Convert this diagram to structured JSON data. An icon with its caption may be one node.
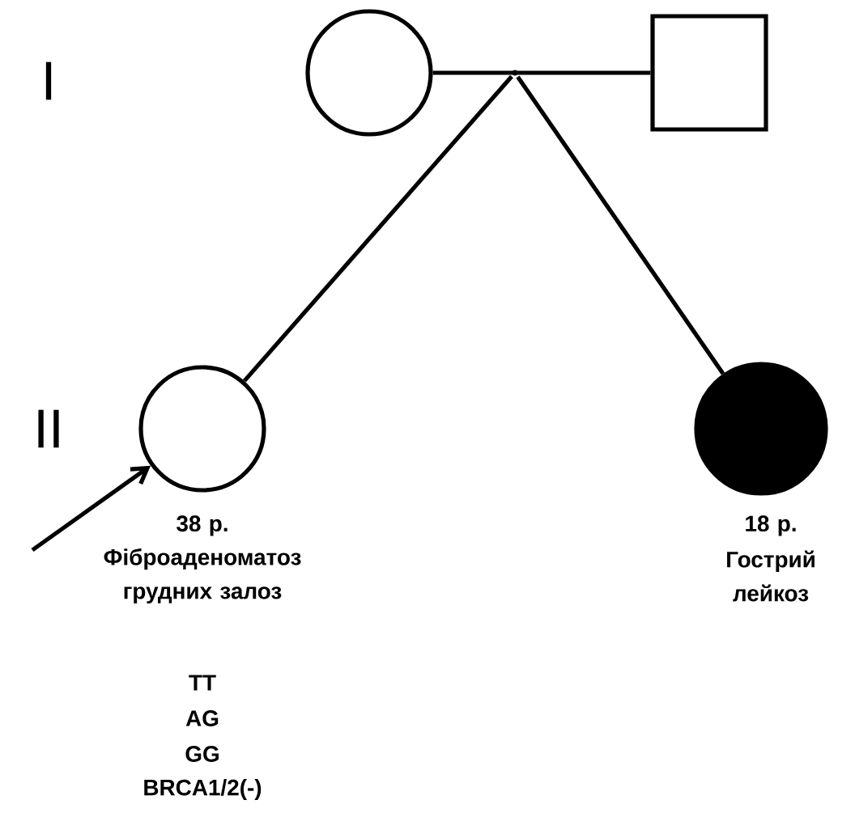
{
  "diagram": {
    "nodes": [
      {
        "text": [],
        "shape": "circle"
      },
      {
        "text": [],
        "shape": "box"
      },
      {
        "text": [],
        "shape": "point"
      },
      {
        "text": [],
        "shape": "circle",
        "beside": [
          "38 р.",
          "Фіброаденоматоз грудних залоз"
        ]
      },
      {
        "text": [],
        "shape": "disc",
        "beside": [
          "18 р.",
          "Гострий лейкоз"
        ]
      }
    ],
    "edges": [
      {
        "from": 0,
        "to": 1,
        "arrow": "none"
      },
      {
        "from": 2,
        "to": 3,
        "arrow": "none"
      },
      {
        "from": 2,
        "to": 4,
        "arrow": "none"
      },
      {
        "from": null,
        "to": 3,
        "arrow": "to"
      }
    ],
    "labels": [
      "I",
      "II",
      "TT",
      "AG",
      "GG",
      "BRCA1/2(-)"
    ]
  }
}
